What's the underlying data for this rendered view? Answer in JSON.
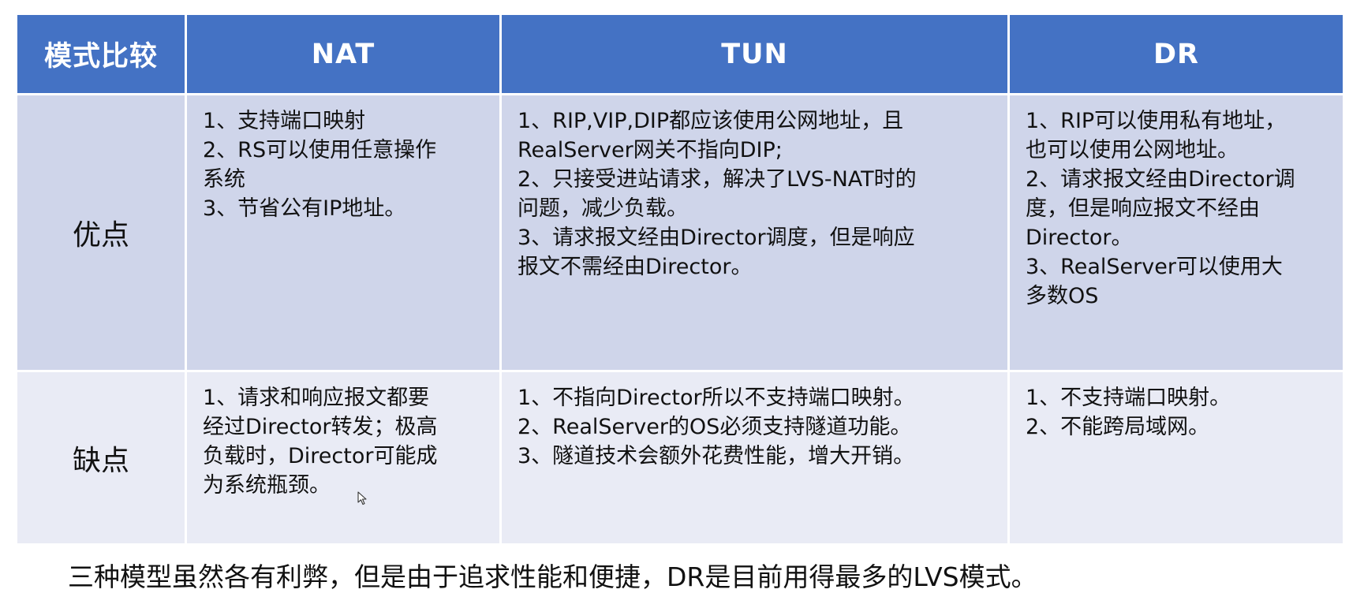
{
  "table": {
    "headers": [
      "模式比较",
      "NAT",
      "TUN",
      "DR"
    ],
    "rows": [
      {
        "label": "优点",
        "cells": [
          [
            "1、支持端口映射",
            "2、RS可以使用任意操作",
            "系统",
            "3、节省公有IP地址。"
          ],
          [
            "1、RIP,VIP,DIP都应该使用公网地址，且",
            "RealServer网关不指向DIP;",
            "2、只接受进站请求，解决了LVS-NAT时的",
            "问题，减少负载。",
            "3、请求报文经由Director调度，但是响应",
            "报文不需经由Director。"
          ],
          [
            "1、RIP可以使用私有地址，",
            "也可以使用公网地址。",
            "2、请求报文经由Director调",
            "度，但是响应报文不经由",
            "Director。",
            "3、RealServer可以使用大",
            "多数OS"
          ]
        ]
      },
      {
        "label": "缺点",
        "cells": [
          [
            "1、请求和响应报文都要",
            "经过Director转发；极高",
            "负载时，Director可能成",
            "为系统瓶颈。"
          ],
          [
            "1、不指向Director所以不支持端口映射。",
            "2、RealServer的OS必须支持隧道功能。",
            "3、隧道技术会额外花费性能，增大开销。"
          ],
          [
            "1、不支持端口映射。",
            "2、不能跨局域网。"
          ]
        ]
      }
    ]
  },
  "footer": {
    "note": "三种模型虽然各有利弊，但是由于追求性能和便捷，DR是目前用得最多的LVS模式。"
  },
  "colors": {
    "header_bg": "#4472c4",
    "pro_row_bg": "#cfd5ea",
    "con_row_bg": "#e9ebf5"
  },
  "icons": {
    "cursor": "mouse-pointer-icon"
  }
}
